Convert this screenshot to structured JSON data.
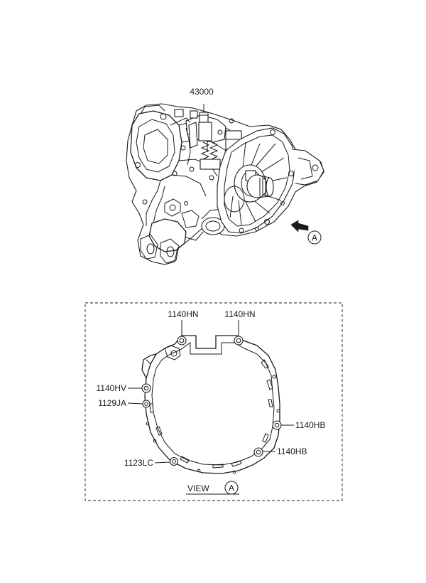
{
  "parts": {
    "transaxle": "43000",
    "bolt_hn_left": "1140HN",
    "bolt_hn_right": "1140HN",
    "bolt_hv": "1140HV",
    "pin_ja": "1129JA",
    "bolt_hb_upper": "1140HB",
    "bolt_hb_lower": "1140HB",
    "bolt_lc": "1123LC"
  },
  "view_marker": "A",
  "view_caption": {
    "prefix": "VIEW",
    "letter": "A"
  }
}
